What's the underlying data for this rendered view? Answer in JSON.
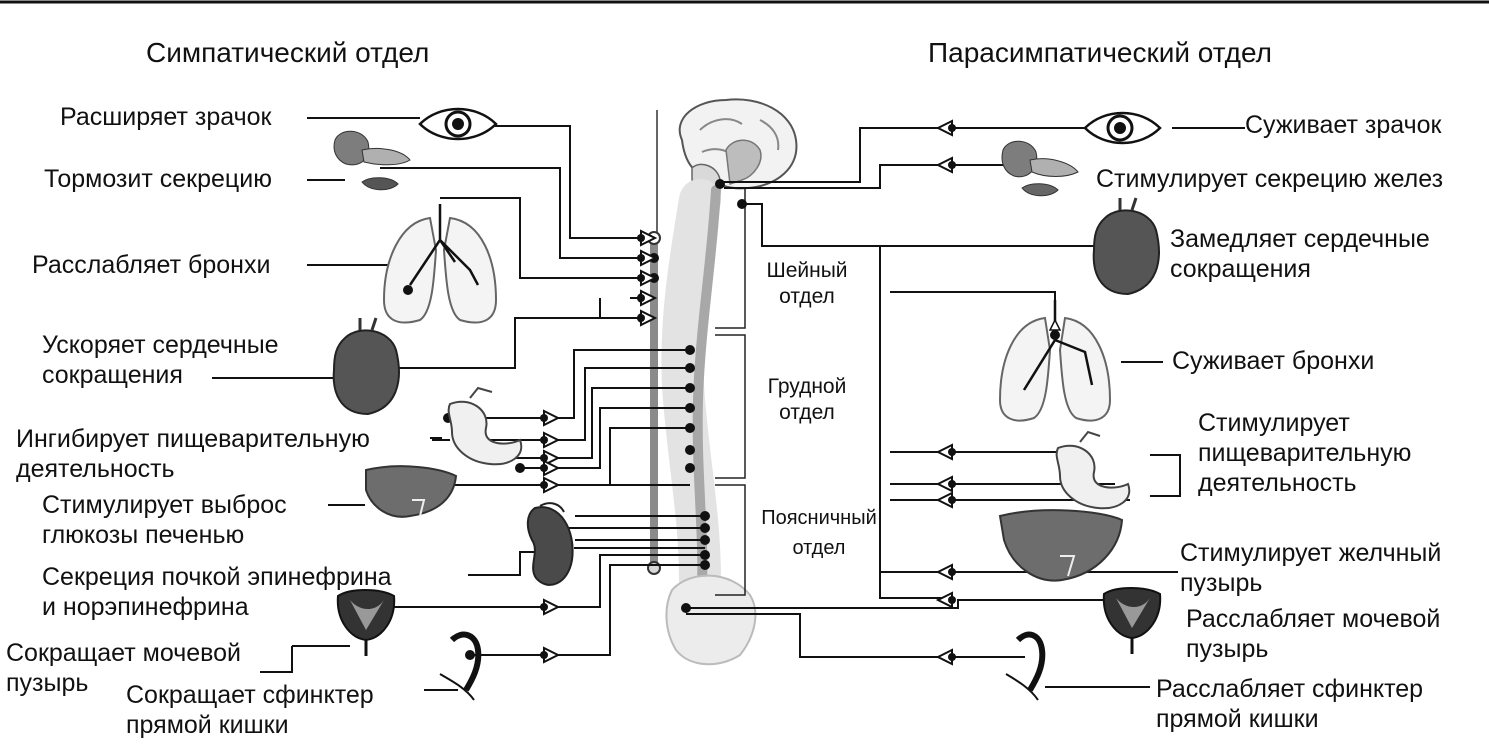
{
  "titles": {
    "sympathetic": "Симпатический отдел",
    "parasympathetic": "Парасимпатический отдел"
  },
  "spine_sections": {
    "cervical": [
      "Шейный",
      "отдел"
    ],
    "thoracic": [
      "Грудной",
      "отдел"
    ],
    "lumbar": [
      "Поясничный",
      "отдел"
    ]
  },
  "sympathetic_effects": [
    [
      "Расширяет зрачок"
    ],
    [
      "Тормозит секрецию"
    ],
    [
      "Расслабляет бронхи"
    ],
    [
      "Ускоряет сердечные",
      "сокращения"
    ],
    [
      "Ингибирует пищеварительную",
      "деятельность"
    ],
    [
      "Стимулирует выброс",
      "глюкозы печенью"
    ],
    [
      "Секреция почкой эпинефрина",
      "и норэпинефрина"
    ],
    [
      "Сокращает мочевой",
      "пузырь"
    ],
    [
      "Сокращает сфинктер",
      "прямой кишки"
    ]
  ],
  "parasympathetic_effects": [
    [
      "Суживает зрачок"
    ],
    [
      "Стимулирует секрецию желез"
    ],
    [
      "Замедляет сердечные",
      "сокращения"
    ],
    [
      "Суживает бронхи"
    ],
    [
      "Стимулирует",
      "пищеварительную",
      "деятельность"
    ],
    [
      "Стимулирует желчный",
      "пузырь"
    ],
    [
      "Расслабляет мочевой",
      "пузырь"
    ],
    [
      "Расслабляет сфинктер",
      "прямой кишки"
    ]
  ]
}
